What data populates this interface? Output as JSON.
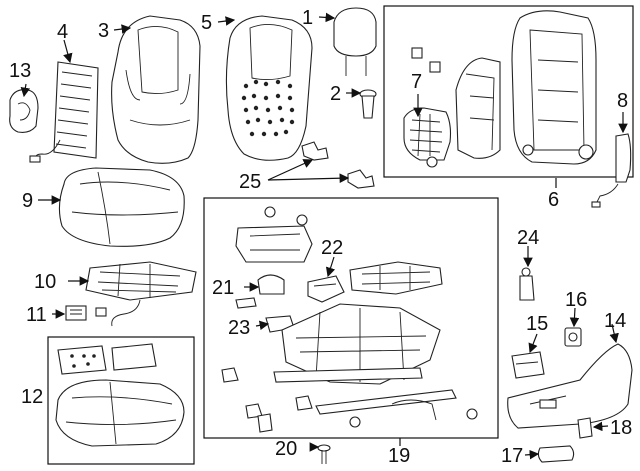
{
  "diagram": {
    "callouts": {
      "c1": "1",
      "c2": "2",
      "c3": "3",
      "c4": "4",
      "c5": "5",
      "c6": "6",
      "c7": "7",
      "c8": "8",
      "c9": "9",
      "c10": "10",
      "c11": "11",
      "c12": "12",
      "c13": "13",
      "c14": "14",
      "c15": "15",
      "c16": "16",
      "c17": "17",
      "c18": "18",
      "c19": "19",
      "c20": "20",
      "c21": "21",
      "c22": "22",
      "c23": "23",
      "c24": "24",
      "c25": "25"
    }
  }
}
